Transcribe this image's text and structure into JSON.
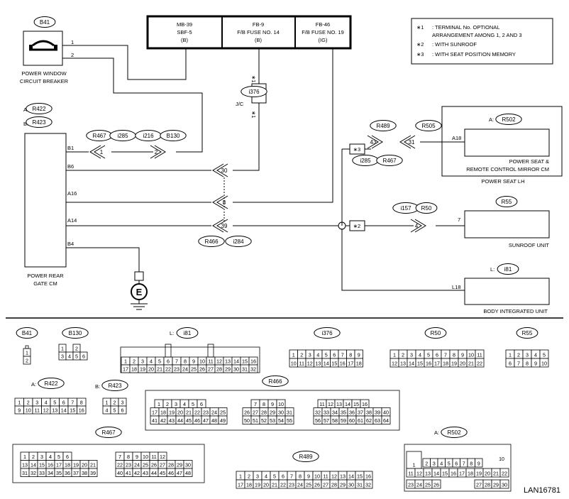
{
  "fuse_box": {
    "cells": [
      {
        "l1": "MB-39",
        "l2": "SBF-5",
        "l3": "(B)"
      },
      {
        "l1": "FB-9",
        "l2": "F/B FUSE NO. 14",
        "l3": "(B)"
      },
      {
        "l1": "FB-46",
        "l2": "F/B FUSE NO. 19",
        "l3": "(IG)"
      }
    ]
  },
  "notes": [
    {
      "mark": "∗1",
      "text": ": TERMINAL No. OPTIONAL"
    },
    {
      "mark": "",
      "text": "ARRANGEMENT AMONG 1, 2 AND 3"
    },
    {
      "mark": "∗2",
      "text": ": WITH SUNROOF"
    },
    {
      "mark": "∗3",
      "text": ": WITH SEAT POSITION MEMORY"
    }
  ],
  "breaker": {
    "tag": "B41",
    "pin1": "1",
    "pin2": "2",
    "label1": "POWER WINDOW",
    "label2": "CIRCUIT BREAKER"
  },
  "jc": {
    "tag": "i376",
    "label": "J/C",
    "star_top": "∗1",
    "star_bottom": "∗1"
  },
  "gate_cm": {
    "tagA_prefix": "A:",
    "tagA": "R422",
    "tagB_prefix": "B:",
    "tagB": "R423",
    "label1": "POWER REAR",
    "label2": "GATE CM",
    "pins": [
      "B1",
      "B6",
      "A16",
      "A14",
      "B4"
    ]
  },
  "row1": {
    "tags": [
      "R467",
      "i285",
      "i216",
      "B130"
    ],
    "c1": "1",
    "c2": "2"
  },
  "conn_30": "30",
  "conn_8": "8",
  "conn_39": "39",
  "tags_bottom": [
    "R466",
    "i284"
  ],
  "ground": "E",
  "seat_chain": {
    "star": "∗3",
    "c43": "43",
    "c31": "31",
    "tags_top": [
      "R489",
      "R505"
    ],
    "tags_bottom": [
      "i285",
      "R467"
    ]
  },
  "power_seat": {
    "prefix": "A:",
    "tag": "R502",
    "pin": "A18",
    "label1": "POWER SEAT &",
    "label2": "REMOTE CONTROL MIRROR CM",
    "outer": "POWER SEAT LH"
  },
  "sunroof": {
    "star": "∗2",
    "c4": "4",
    "tags": [
      "i157",
      "R50"
    ],
    "tag": "R55",
    "pin": "7",
    "label": "SUNROOF UNIT"
  },
  "biu": {
    "prefix": "L:",
    "tag": "i81",
    "pin": "L18",
    "label": "BODY INTEGRATED UNIT"
  },
  "connectors": {
    "b41": {
      "tag": "B41",
      "rows": [
        [
          "1"
        ],
        [
          "2"
        ]
      ]
    },
    "b130": {
      "tag": "B130",
      "rows": [
        [
          "1",
          "",
          "2"
        ],
        [
          "3",
          "4",
          "5",
          "6"
        ]
      ]
    },
    "i81": {
      "prefix": "L:",
      "tag": "i81",
      "rows": [
        [
          "1",
          "2",
          "3",
          "4",
          "5",
          "6",
          "7",
          "8",
          "9",
          "10",
          "11",
          "12",
          "13",
          "14",
          "15",
          "16"
        ],
        [
          "17",
          "18",
          "19",
          "20",
          "21",
          "22",
          "23",
          "24",
          "25",
          "26",
          "27",
          "28",
          "29",
          "30",
          "31",
          "32"
        ]
      ]
    },
    "i376": {
      "tag": "i376",
      "rows": [
        [
          "1",
          "2",
          "3",
          "4",
          "5",
          "6",
          "7",
          "8",
          "9"
        ],
        [
          "10",
          "11",
          "12",
          "13",
          "14",
          "15",
          "16",
          "17",
          "18"
        ]
      ]
    },
    "r50": {
      "tag": "R50",
      "rows": [
        [
          "1",
          "2",
          "3",
          "4",
          "5",
          "6",
          "7",
          "8",
          "9",
          "10",
          "11"
        ],
        [
          "12",
          "13",
          "14",
          "15",
          "16",
          "17",
          "18",
          "19",
          "20",
          "21",
          "22"
        ]
      ]
    },
    "r55": {
      "tag": "R55",
      "rows": [
        [
          "1",
          "2",
          "3",
          "4",
          "5"
        ],
        [
          "6",
          "7",
          "8",
          "9",
          "10"
        ]
      ]
    },
    "r422": {
      "prefix": "A:",
      "tag": "R422",
      "rows": [
        [
          "1",
          "2",
          "3",
          "4",
          "5",
          "6",
          "7",
          "8"
        ],
        [
          "9",
          "10",
          "11",
          "12",
          "13",
          "14",
          "15",
          "16"
        ]
      ]
    },
    "r423": {
      "prefix": "B:",
      "tag": "R423",
      "rows": [
        [
          "1",
          "2",
          "3"
        ],
        [
          "4",
          "5",
          "6"
        ]
      ]
    },
    "r466": {
      "tag": "R466",
      "g1": [
        [
          "1",
          "2",
          "3",
          "4",
          "5",
          "6"
        ],
        [
          "17",
          "18",
          "19",
          "20",
          "21",
          "22",
          "23",
          "24",
          "25"
        ],
        [
          "41",
          "42",
          "43",
          "44",
          "45",
          "46",
          "47",
          "48",
          "49"
        ]
      ],
      "g2": [
        [
          "7",
          "8",
          "9",
          "10"
        ],
        [
          "26",
          "27",
          "28",
          "29",
          "30",
          "31"
        ],
        [
          "50",
          "51",
          "52",
          "53",
          "54",
          "55"
        ]
      ],
      "g3": [
        [
          "11",
          "12",
          "13",
          "14",
          "15",
          "16"
        ],
        [
          "32",
          "33",
          "34",
          "35",
          "36",
          "37",
          "38",
          "39",
          "40"
        ],
        [
          "56",
          "57",
          "58",
          "59",
          "60",
          "61",
          "62",
          "63",
          "64"
        ]
      ]
    },
    "r467": {
      "tag": "R467",
      "g1": [
        [
          "1",
          "2",
          "3",
          "4",
          "5",
          "6"
        ],
        [
          "13",
          "14",
          "15",
          "16",
          "17",
          "18",
          "19",
          "20",
          "21"
        ],
        [
          "31",
          "32",
          "33",
          "34",
          "35",
          "36",
          "37",
          "38",
          "39"
        ]
      ],
      "g2": [
        [
          "7",
          "8",
          "9",
          "10",
          "11",
          "12"
        ],
        [
          "22",
          "23",
          "24",
          "25",
          "26",
          "27",
          "28",
          "29",
          "30"
        ],
        [
          "40",
          "41",
          "42",
          "43",
          "44",
          "45",
          "46",
          "47",
          "48"
        ]
      ]
    },
    "r489": {
      "tag": "R489",
      "rows": [
        [
          "1",
          "2",
          "3",
          "4",
          "5",
          "6",
          "7",
          "8",
          "9",
          "10",
          "11",
          "12",
          "13",
          "14",
          "15",
          "16"
        ],
        [
          "17",
          "18",
          "19",
          "20",
          "21",
          "22",
          "23",
          "24",
          "25",
          "26",
          "27",
          "28",
          "29",
          "30",
          "31",
          "32"
        ]
      ]
    },
    "r502": {
      "prefix": "A:",
      "tag": "R502",
      "r_top": [
        "1",
        "10"
      ],
      "r1": [
        "2",
        "3",
        "4",
        "5",
        "6",
        "7",
        "8",
        "9"
      ],
      "r2": [
        "11",
        "12",
        "13",
        "14",
        "15",
        "16",
        "17",
        "18",
        "19",
        "20",
        "21",
        "22"
      ],
      "r3a": [
        "23",
        "24",
        "25",
        "26"
      ],
      "r3b": [
        "27",
        "28",
        "29",
        "30"
      ]
    }
  },
  "diagram_id": "LAN16781"
}
